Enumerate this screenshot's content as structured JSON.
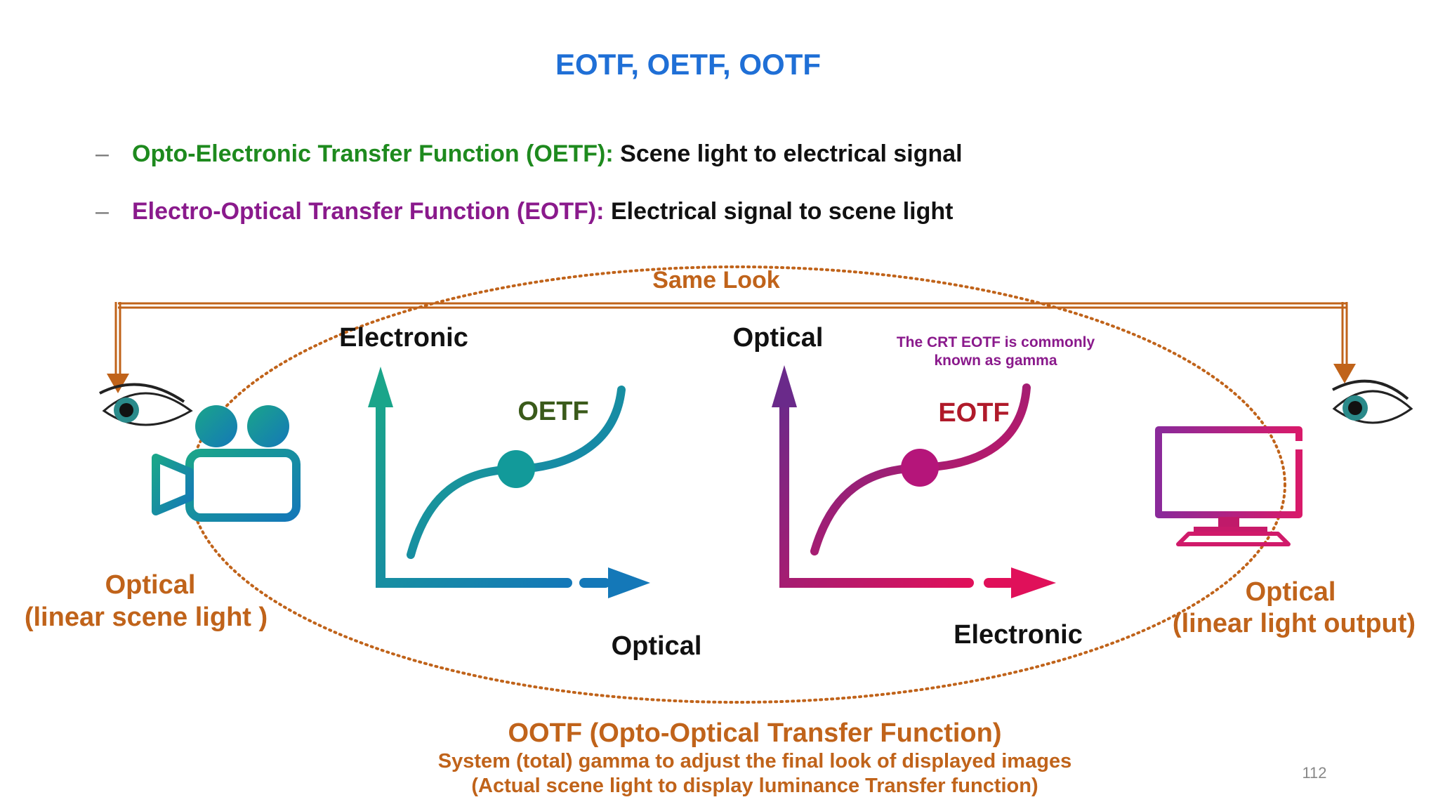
{
  "title": "EOTF, OETF, OOTF",
  "bullets": [
    {
      "term": "Opto-Electronic Transfer Function (OETF):",
      "desc": "Scene light to electrical signal"
    },
    {
      "term": "Electro-Optical Transfer Function (EOTF):",
      "desc": "Electrical signal to scene light"
    }
  ],
  "diagram": {
    "same_look": "Same Look",
    "left_label": {
      "line1": "Optical",
      "line2": "(linear scene light )"
    },
    "right_label": {
      "line1": "Optical",
      "line2": "(linear light output)"
    },
    "oetf_graph": {
      "y_axis": "Electronic",
      "x_axis": "Optical",
      "curve": "OETF"
    },
    "eotf_graph": {
      "y_axis": "Optical",
      "x_axis": "Electronic",
      "curve": "EOTF"
    },
    "crt_note": {
      "line1": "The CRT EOTF is commonly",
      "line2": "known as gamma"
    },
    "ootf": {
      "heading": "OOTF (Opto-Optical Transfer Function)",
      "line1": "System (total) gamma to adjust the final look of displayed images",
      "line2": "(Actual scene light to display luminance Transfer function)"
    }
  },
  "page_number": "112",
  "colors": {
    "title": "#1f6fd6",
    "oetf": "#1e8a1e",
    "eotf": "#8a1a8c",
    "accent": "#c0631a"
  }
}
